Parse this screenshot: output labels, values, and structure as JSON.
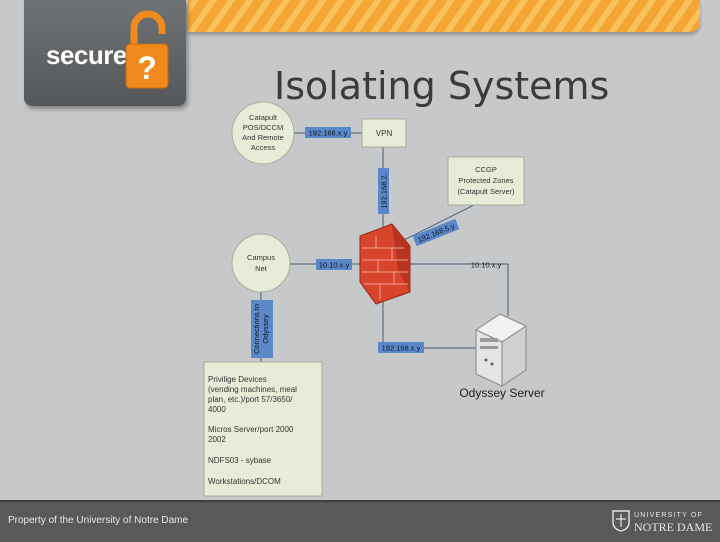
{
  "header": {
    "logo_text": "secure",
    "logo_symbol": "?",
    "title": "Isolating Systems"
  },
  "diagram": {
    "nodes": {
      "catapult": [
        "Catapult",
        "POS/DCCM",
        "And Remote",
        "Access"
      ],
      "vpn": "VPN",
      "ccgp": [
        "CCGP",
        "Protected Zones",
        "(Catapult Server)"
      ],
      "campus": [
        "Campus",
        "Net"
      ],
      "privilege": [
        "Privilige Devices",
        "(vending machines, meal",
        "plan, etc.)/port 57/3650/",
        "4000",
        "",
        "Micros Server/port 2000",
        "2002",
        "",
        "NDFS03 - sybase",
        "",
        "Workstations/DCOM"
      ],
      "odyssey": "Odyssey Server"
    },
    "links": {
      "catapult_vpn": "192.168.x.y",
      "vpn_firewall": "192.168.2.",
      "firewall_ccgp": "192.168.5.y",
      "campus_firewall": "10.10.x.y",
      "firewall_right": "10.10.x.y",
      "firewall_odyssey": "192.168.x.y",
      "campus_privilege": [
        "Connections to",
        "Odyssey"
      ]
    }
  },
  "footer": {
    "text": "Property of the University of Notre Dame",
    "nd_line1": "UNIVERSITY OF",
    "nd_line2": "NOTRE DAME"
  },
  "colors": {
    "background": "#c6c8ca",
    "stripe_orange": "#f5a533",
    "logo_gray": "#626567",
    "lock_orange": "#f08a1c",
    "label_blue": "#5b88c9",
    "firewall_red": "#d9442c",
    "footer_gray": "#58595b",
    "node_fill": "#e7ecd8"
  },
  "icons": [
    "padlock-icon",
    "firewall-icon",
    "server-icon",
    "nd-shield-icon"
  ]
}
